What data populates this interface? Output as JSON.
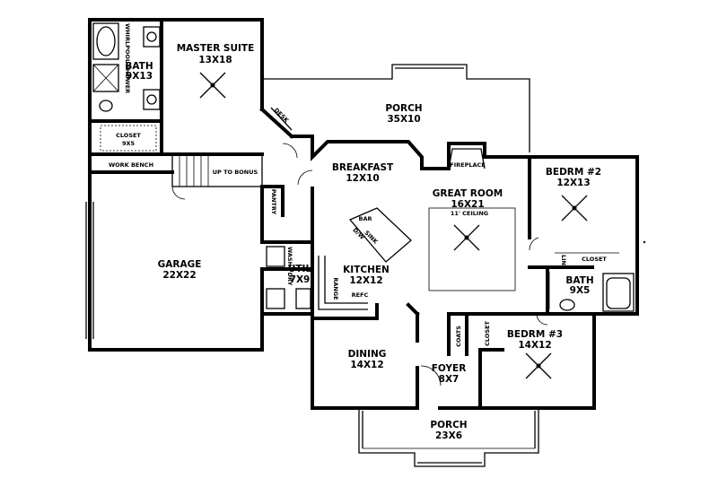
{
  "rooms": {
    "master_suite": {
      "name": "MASTER SUITE",
      "dims": "13X18"
    },
    "bath_master": {
      "name": "BATH",
      "dims": "9X13"
    },
    "closet_master": {
      "name": "CLOSET",
      "dims": "9X5"
    },
    "porch_rear": {
      "name": "PORCH",
      "dims": "35X10"
    },
    "breakfast": {
      "name": "BREAKFAST",
      "dims": "12X10"
    },
    "great_room": {
      "name": "GREAT ROOM",
      "dims": "16X21",
      "note": "11' CEILING"
    },
    "bedrm2": {
      "name": "BEDRM #2",
      "dims": "12X13"
    },
    "garage": {
      "name": "GARAGE",
      "dims": "22X22"
    },
    "util": {
      "name": "UTIL",
      "dims": "7X9"
    },
    "kitchen": {
      "name": "KITCHEN",
      "dims": "12X12"
    },
    "bath2": {
      "name": "BATH",
      "dims": "9X5"
    },
    "bedrm3": {
      "name": "BEDRM #3",
      "dims": "14X12"
    },
    "dining": {
      "name": "DINING",
      "dims": "14X12"
    },
    "foyer": {
      "name": "FOYER",
      "dims": "8X7"
    },
    "porch_front": {
      "name": "PORCH",
      "dims": "23X6"
    }
  },
  "fixtures": {
    "whirlpool": "WHIRLPOOL",
    "shower": "SHOWER",
    "desk": "DESK",
    "fireplace": "FIREPLACE",
    "work_bench": "WORK BENCH",
    "up_to_bonus": "UP TO BONUS",
    "pantry": "PANTRY",
    "bar": "BAR",
    "dw": "D/W",
    "sink": "SINK",
    "range": "RANGE",
    "refc": "REFC",
    "wash": "WASH",
    "dry": "DRY",
    "lin": "LIN",
    "closet": "CLOSET",
    "coats": "COATS",
    "closet_foyer": "CLOSET"
  }
}
